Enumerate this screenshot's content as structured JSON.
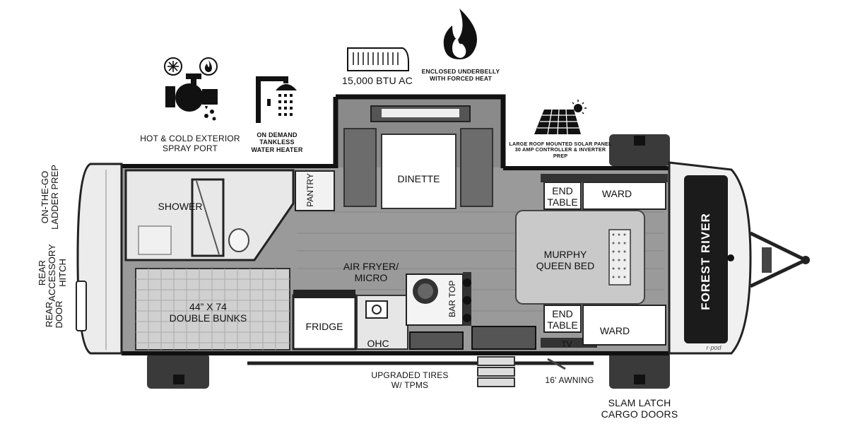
{
  "features": {
    "ac": "15,000 BTU AC",
    "underbelly_line1": "ENCLOSED UNDERBELLY",
    "underbelly_line2": "WITH FORCED HEAT",
    "spray_line1": "HOT & COLD EXTERIOR",
    "spray_line2": "SPRAY PORT",
    "heater_line1": "ON DEMAND",
    "heater_line2": "TANKLESS",
    "heater_line3": "WATER HEATER",
    "solar_line1": "LARGE ROOF MOUNTED SOLAR PANEL",
    "solar_line2": "30 AMP CONTROLLER & INVERTER PREP",
    "tires_line1": "UPGRADED TIRES",
    "tires_line2": "W/ TPMS",
    "awning": "16' AWNING",
    "cargo_line1": "SLAM LATCH",
    "cargo_line2": "CARGO DOORS"
  },
  "rooms": {
    "shower": "SHOWER",
    "pantry": "PANTRY",
    "dinette": "DINETTE",
    "end_table_top_1": "END",
    "end_table_top_2": "TABLE",
    "ward_top": "WARD",
    "air_fryer_1": "AIR FRYER/",
    "air_fryer_2": "MICRO",
    "murphy_1": "MURPHY",
    "murphy_2": "QUEEN BED",
    "bunks_1": "44” X 74",
    "bunks_2": "DOUBLE BUNKS",
    "bar_top": "BAR TOP",
    "fridge": "FRIDGE",
    "ohc": "OHC",
    "end_table_bot_1": "END",
    "end_table_bot_2": "TABLE",
    "ward_bot": "WARD",
    "tv": "TV"
  },
  "side_labels": {
    "ladder_1": "ON-THE-GO",
    "ladder_2": "LADDER PREP",
    "hitch_1": "REAR",
    "hitch_2": "ACCESSORY",
    "hitch_3": "HITCH",
    "door_1": "REAR",
    "door_2": "DOOR"
  },
  "brand": {
    "name": "FOREST RIVER",
    "model": "r·pod"
  },
  "icons": [
    "snowflake-icon",
    "flame-icon",
    "spray-faucet-icon",
    "shower-head-icon",
    "ac-unit-icon",
    "solar-panel-icon",
    "sun-icon"
  ]
}
